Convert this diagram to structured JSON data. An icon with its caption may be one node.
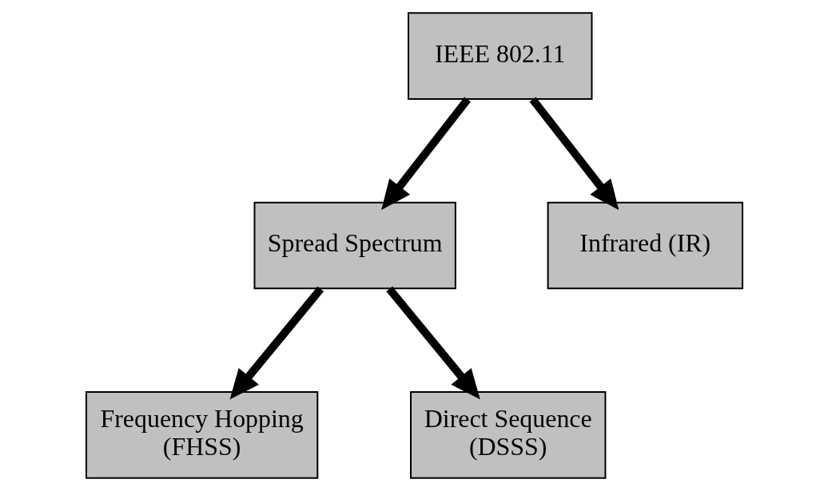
{
  "diagram": {
    "nodes": [
      {
        "text": [
          "IEEE 802.11"
        ]
      },
      {
        "text": [
          "Spread Spectrum"
        ]
      },
      {
        "text": [
          "Infrared (IR)"
        ]
      },
      {
        "text": [
          "Frequency Hopping (FHSS)"
        ]
      },
      {
        "text": [
          "Direct Sequence (DSSS)"
        ]
      }
    ],
    "edges": [
      {
        "from": 0,
        "to": 1,
        "arrow": "to"
      },
      {
        "from": 0,
        "to": 2,
        "arrow": "to"
      },
      {
        "from": 1,
        "to": 3,
        "arrow": "to"
      },
      {
        "from": 1,
        "to": 4,
        "arrow": "to"
      }
    ]
  }
}
